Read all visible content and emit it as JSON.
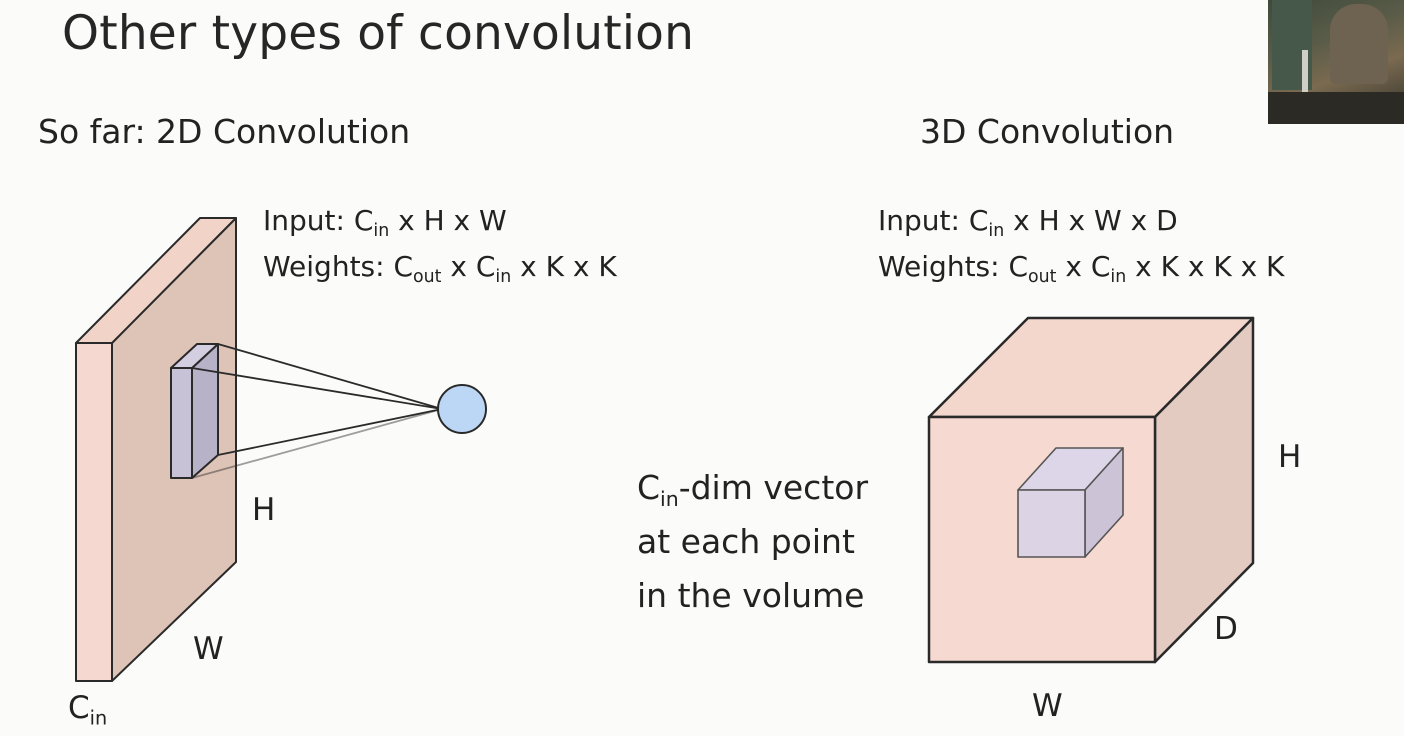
{
  "title": "Other types of convolution",
  "left": {
    "heading": "So far: 2D Convolution",
    "input": {
      "prefix": "Input: C",
      "sub": "in",
      "rest": " x H x W"
    },
    "weights": {
      "prefix": "Weights: C",
      "sub1": "out",
      "mid": " x C",
      "sub2": "in",
      "rest": " x K x K"
    },
    "label_h": "H",
    "label_w": "W",
    "label_cin": {
      "main": "C",
      "sub": "in"
    }
  },
  "right": {
    "heading": "3D Convolution",
    "input": {
      "prefix": "Input: C",
      "sub": "in",
      "rest": " x H x W x D"
    },
    "weights": {
      "prefix": "Weights: C",
      "sub1": "out",
      "mid": " x C",
      "sub2": "in",
      "rest": " x K x K x K"
    },
    "description": {
      "line1_main": "C",
      "line1_sub": "in",
      "line1_rest": "-dim vector",
      "line2": "at each point",
      "line3": "in the volume"
    },
    "label_h": "H",
    "label_d": "D",
    "label_w": "W"
  },
  "colors": {
    "slab_fill": "#f5d8d0",
    "slab_side": "#dcc2b8",
    "kernel_fill": "#c7c2d6",
    "output_node": "#bcd7f5",
    "stroke": "#2a2a2a"
  }
}
